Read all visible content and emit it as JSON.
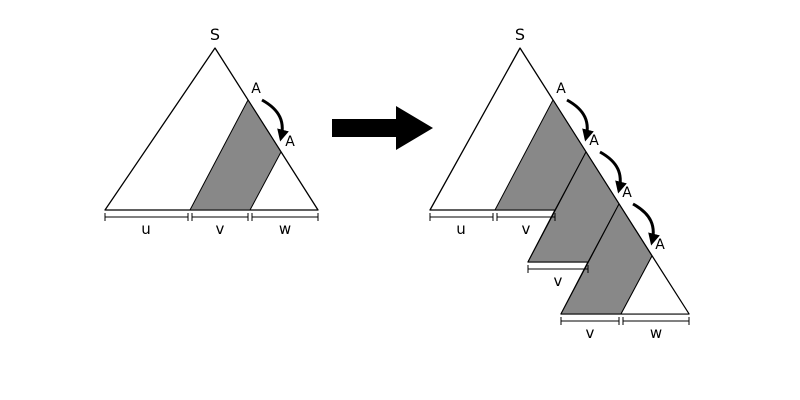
{
  "figure": {
    "background": "#ffffff",
    "colors": {
      "shade": "#888888",
      "stroke": "#000000",
      "arrow": "#000000"
    },
    "left_tree": {
      "root": "S",
      "nonterminals": [
        "A",
        "A"
      ],
      "segments": [
        "u",
        "v",
        "w"
      ]
    },
    "right_tree": {
      "root": "S",
      "nonterminals": [
        "A",
        "A",
        "A",
        "A"
      ],
      "base1_segments": [
        "u",
        "v"
      ],
      "base2_segments": [
        "v"
      ],
      "base3_segments": [
        "v",
        "w"
      ]
    }
  }
}
